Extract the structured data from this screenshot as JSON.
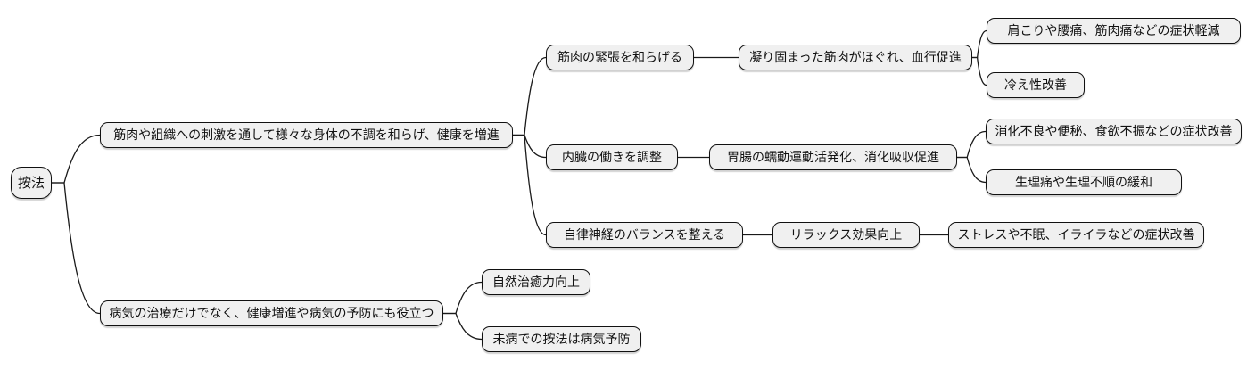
{
  "diagram": {
    "type": "mindmap",
    "direction": "left-to-right",
    "background": "#ffffff",
    "node_fill": "#f0f0f0",
    "node_border": "#111111",
    "line_color": "#1a1a1a",
    "root_label": "按法",
    "nodes": [
      {
        "id": "root",
        "level": 0,
        "label": "按法"
      },
      {
        "id": "a",
        "level": 1,
        "label": "筋肉や組織への刺激を通して様々な身体の不調を和らげ、健康を増進"
      },
      {
        "id": "a1",
        "level": 2,
        "label": "筋肉の緊張を和らげる"
      },
      {
        "id": "a1x",
        "level": 3,
        "label": "凝り固まった筋肉がほぐれ、血行促進"
      },
      {
        "id": "a1x1",
        "level": 4,
        "label": "肩こりや腰痛、筋肉痛などの症状軽減"
      },
      {
        "id": "a1x2",
        "level": 4,
        "label": "冷え性改善"
      },
      {
        "id": "a2",
        "level": 2,
        "label": "内臓の働きを調整"
      },
      {
        "id": "a2x",
        "level": 3,
        "label": "胃腸の蠕動運動活発化、消化吸収促進"
      },
      {
        "id": "a2x1",
        "level": 4,
        "label": "消化不良や便秘、食欲不振などの症状改善"
      },
      {
        "id": "a2x2",
        "level": 4,
        "label": "生理痛や生理不順の緩和"
      },
      {
        "id": "a3",
        "level": 2,
        "label": "自律神経のバランスを整える"
      },
      {
        "id": "a3x",
        "level": 3,
        "label": "リラックス効果向上"
      },
      {
        "id": "a3x1",
        "level": 4,
        "label": "ストレスや不眠、イライラなどの症状改善"
      },
      {
        "id": "b",
        "level": 1,
        "label": "病気の治療だけでなく、健康増進や病気の予防にも役立つ"
      },
      {
        "id": "b1",
        "level": 2,
        "label": "自然治癒力向上"
      },
      {
        "id": "b2",
        "level": 2,
        "label": "未病での按法は病気予防"
      }
    ],
    "edges": [
      {
        "from": "root",
        "to": "a"
      },
      {
        "from": "root",
        "to": "b"
      },
      {
        "from": "a",
        "to": "a1"
      },
      {
        "from": "a",
        "to": "a2"
      },
      {
        "from": "a",
        "to": "a3"
      },
      {
        "from": "a1",
        "to": "a1x"
      },
      {
        "from": "a1x",
        "to": "a1x1"
      },
      {
        "from": "a1x",
        "to": "a1x2"
      },
      {
        "from": "a2",
        "to": "a2x"
      },
      {
        "from": "a2x",
        "to": "a2x1"
      },
      {
        "from": "a2x",
        "to": "a2x2"
      },
      {
        "from": "a3",
        "to": "a3x"
      },
      {
        "from": "a3x",
        "to": "a3x1"
      },
      {
        "from": "b",
        "to": "b1"
      },
      {
        "from": "b",
        "to": "b2"
      }
    ]
  }
}
